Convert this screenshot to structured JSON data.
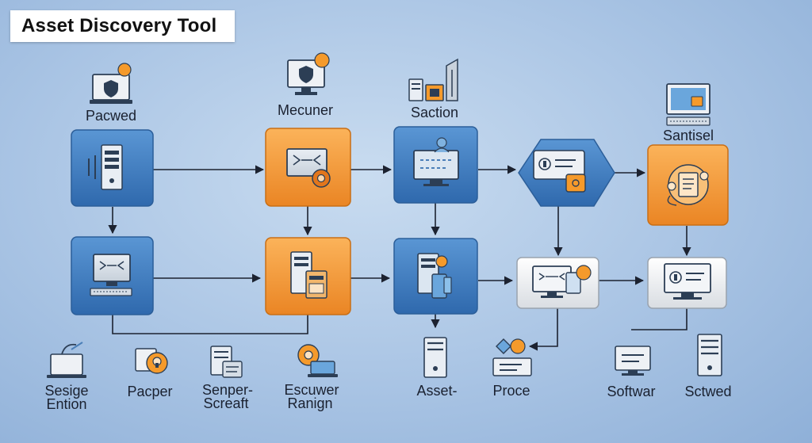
{
  "title": "Asset Discovery Tool",
  "labels": {
    "pacwed": "Pacwed",
    "mecuner": "Mecuner",
    "saction": "Saction",
    "santisel": "Santisel",
    "sesige_1": "Sesige",
    "sesige_2": "Ention",
    "pacper": "Pacper",
    "senper_1": "Senper-",
    "senper_2": "Screaft",
    "escuwer_1": "Escuwer",
    "escuwer_2": "Ranign",
    "asset": "Asset-",
    "proce": "Proce",
    "softwar": "Softwar",
    "sctwed": "Sctwed"
  },
  "colors": {
    "blue_node": "#3d7cc0",
    "orange_node": "#f29a3a",
    "white_node": "#eef0f2",
    "arrow": "#1c2230",
    "accent_orange": "#f59a2b"
  }
}
